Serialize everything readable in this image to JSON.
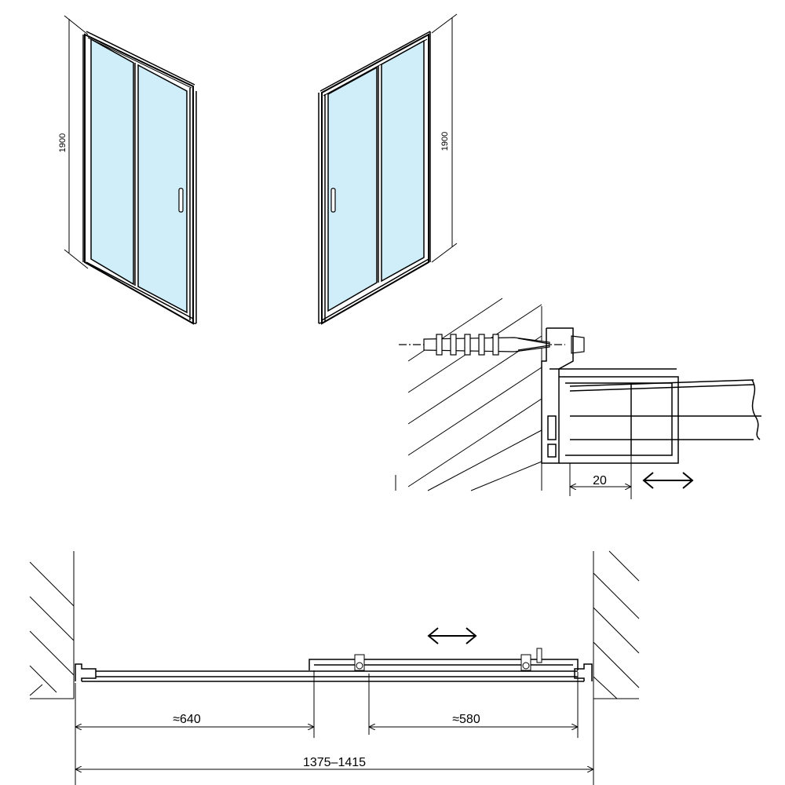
{
  "colors": {
    "glass": "#cfeef9",
    "line": "#000000",
    "background": "#ffffff"
  },
  "views": {
    "left_height_label": "1900",
    "right_height_label": "1900"
  },
  "detail": {
    "offset_label": "20",
    "arrow_icon": "double-arrow-icon"
  },
  "plan": {
    "dim_left_label": "≈640",
    "dim_right_label": "≈580",
    "dim_total_label": "1375–1415",
    "arrow_icon": "double-arrow-icon"
  }
}
